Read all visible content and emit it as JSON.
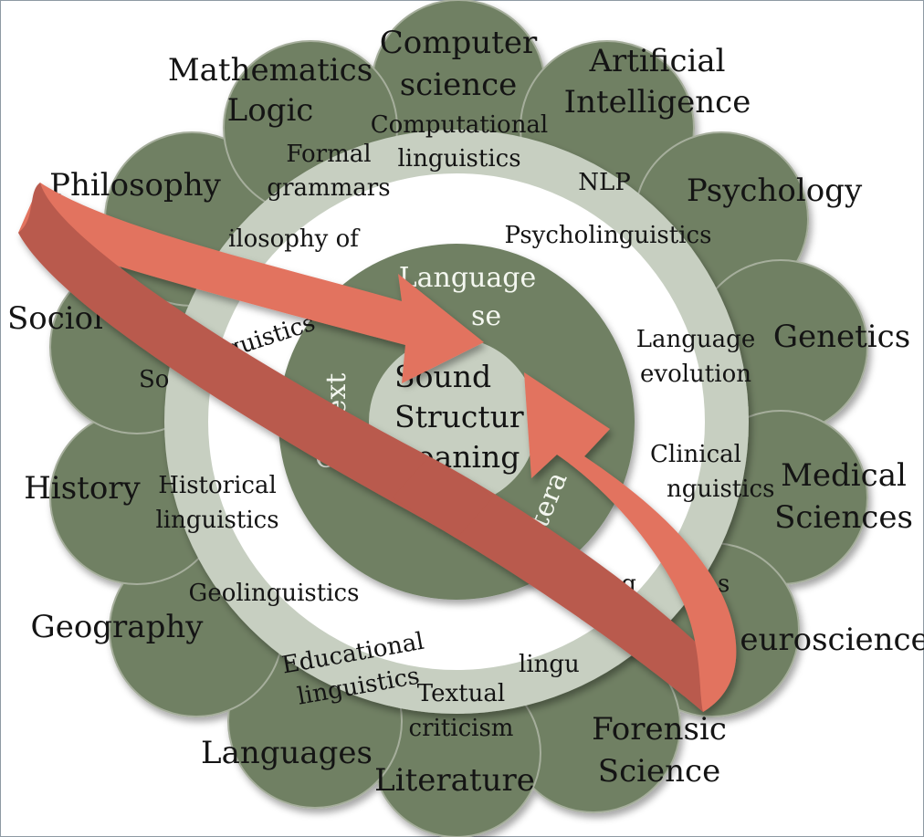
{
  "outer_ring": {
    "mathematics": "Mathematics",
    "logic": "Logic",
    "computer": "Computer",
    "science": "science",
    "artificial": "Artificial",
    "intelligence": "Intelligence",
    "philosophy": "Philosophy",
    "psychology": "Psychology",
    "sociology_partial": "Sociol",
    "genetics": "Genetics",
    "history": "History",
    "medical": "Medical",
    "sciences": "Sciences",
    "geography": "Geography",
    "neuroscience_partial": "euroscience",
    "languages": "Languages",
    "literature": "Literature",
    "forensic": "Forensic",
    "forensic_science": "Science"
  },
  "middle_ring": {
    "computational": "Computational",
    "computational_ling": "linguistics",
    "formal": "Formal",
    "grammars": "grammars",
    "nlp": "NLP",
    "philosophy_of": "ilosophy of",
    "psycholinguistics": "Psycholinguistics",
    "socio_partial": "guistics",
    "socio_partial2": "So",
    "language": "Language",
    "evolution": "evolution",
    "clinical": "Clinical",
    "clinical_ling": "nguistics",
    "historical": "Historical",
    "historical_ling": "linguistics",
    "neuroling": "uroling",
    "neuroling_end": "s",
    "geolinguistics": "Geolinguistics",
    "educational": "Educational",
    "educational_ling": "linguistics",
    "forensic_partial": "c",
    "forensic_ling_partial": "lingu",
    "textual": "Textual",
    "criticism": "criticism"
  },
  "inner_ring": {
    "language_use_1": "Language",
    "language_use_2": "se",
    "context": "ext",
    "context_c": "C",
    "interaction": "ntera"
  },
  "core": {
    "sound": "Sound",
    "structure": "Structur",
    "meaning": "eaning"
  },
  "colors": {
    "outer_lobe": "#6f8063",
    "outer_lobe_edge": "#9aa48f",
    "middle_ring": "#c7cfc1",
    "inner_ring": "#6f8063",
    "core": "#c7cfc1",
    "arrow": "#e2735f",
    "arrow_dark": "#b95a4d"
  }
}
